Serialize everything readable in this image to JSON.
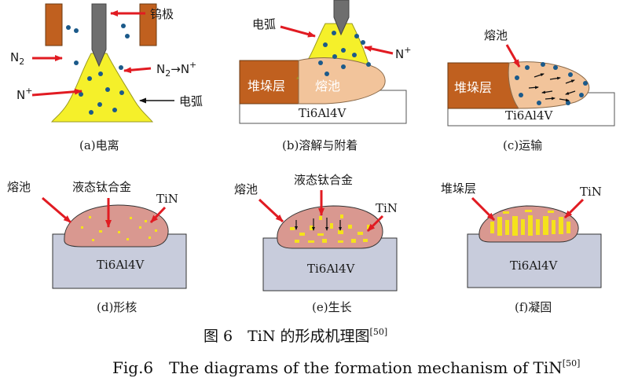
{
  "panels": {
    "a": {
      "caption": "(a)电离",
      "tungsten_label": "钨极",
      "n2_label": "N",
      "n2_sub": "2",
      "reaction_left": "N",
      "reaction_left_sub": "2",
      "reaction_arrow": "→",
      "reaction_right": "N",
      "reaction_right_sup": "+",
      "nplus_label": "N",
      "nplus_sup": "+",
      "arc_label": "电弧"
    },
    "b": {
      "caption": "(b)溶解与附着",
      "arc_label": "电弧",
      "nplus_label": "N",
      "nplus_sup": "+",
      "layer_label": "堆垛层",
      "pool_label": "熔池",
      "base_label": "Ti6Al4V"
    },
    "c": {
      "caption": "(c)运输",
      "pool_label": "熔池",
      "layer_label": "堆垛层",
      "base_label": "Ti6Al4V"
    },
    "d": {
      "caption": "(d)形核",
      "pool_label": "熔池",
      "liquid_label": "液态钛合金",
      "tin_label": "TiN",
      "base_label": "Ti6Al4V"
    },
    "e": {
      "caption": "(e)生长",
      "pool_label": "熔池",
      "liquid_label": "液态钛合金",
      "tin_label": "TiN",
      "base_label": "Ti6Al4V"
    },
    "f": {
      "caption": "(f)凝固",
      "layer_label": "堆垛层",
      "tin_label": "TiN",
      "base_label": "Ti6Al4V"
    }
  },
  "figure_caption_cn": "图 6　TiN 的形成机理图",
  "figure_caption_cn_ref": "[50]",
  "figure_caption_en": "Fig.6　The diagrams of the formation mechanism of TiN",
  "figure_caption_en_ref": "[50]",
  "colors": {
    "arc": "#f5f02a",
    "pool": "#f2c49b",
    "layer": "#c0601f",
    "molten": "#d99890",
    "base": "#c8ccdc",
    "dot": "#1b5a8a",
    "arrow": "#e11b22",
    "electrode": "#6e6e6e",
    "tin": "#f5e21b"
  }
}
